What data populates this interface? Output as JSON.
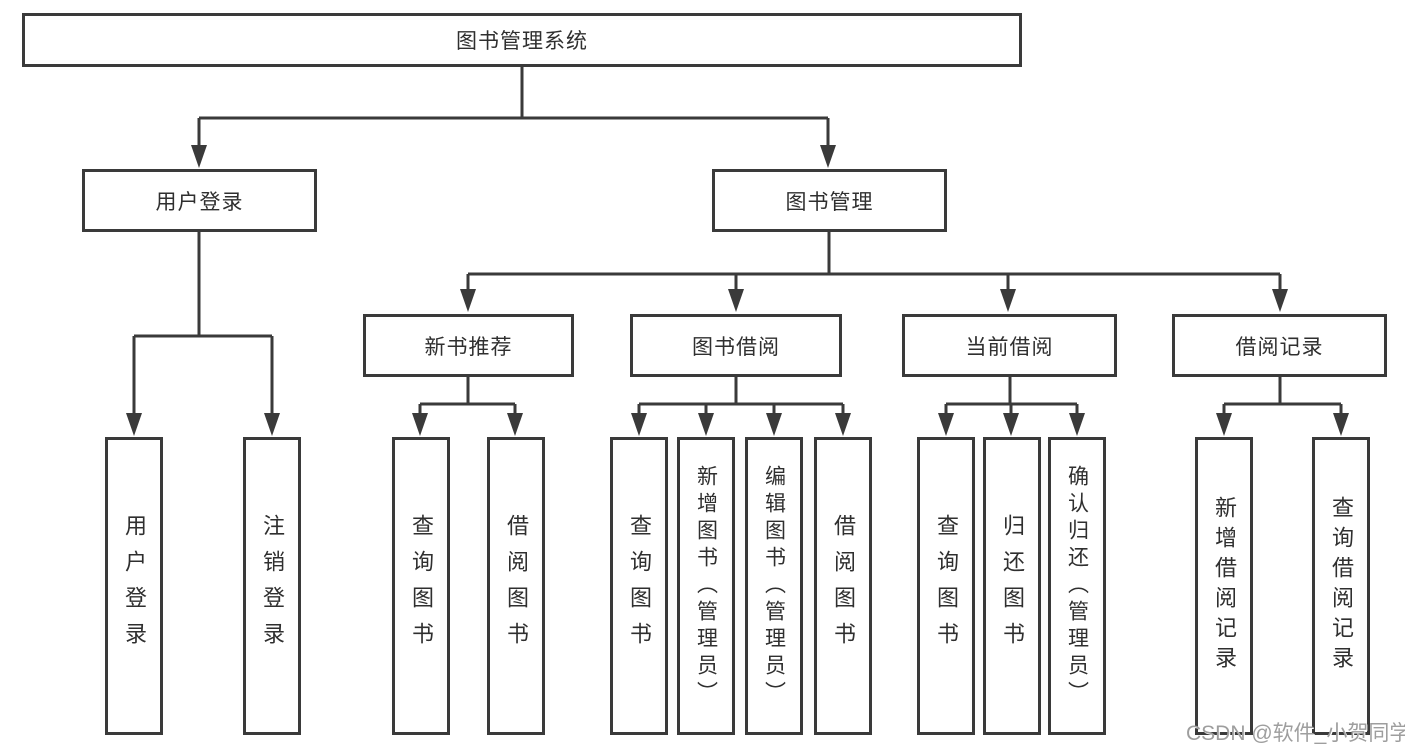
{
  "diagram": {
    "root": {
      "label": "图书管理系统"
    },
    "level2": [
      {
        "label": "用户登录"
      },
      {
        "label": "图书管理"
      }
    ],
    "level3": [
      {
        "label": "新书推荐"
      },
      {
        "label": "图书借阅"
      },
      {
        "label": "当前借阅"
      },
      {
        "label": "借阅记录"
      }
    ],
    "leaves": {
      "user": [
        "用户登录",
        "注销登录"
      ],
      "newbook": [
        "查询图书",
        "借阅图书"
      ],
      "borrow": [
        "查询图书",
        "新增图书（管理员）",
        "编辑图书（管理员）",
        "借阅图书"
      ],
      "current": [
        "查询图书",
        "归还图书",
        "确认归还（管理员）"
      ],
      "records": [
        "新增借阅记录",
        "查询借阅记录"
      ]
    }
  },
  "watermark": {
    "text": "CSDN @软件_小贺同学"
  },
  "colors": {
    "line": "#3a3a3a",
    "text": "#2f2f2f",
    "box_background": "#ffffff",
    "watermark": "#9e9e9e"
  }
}
